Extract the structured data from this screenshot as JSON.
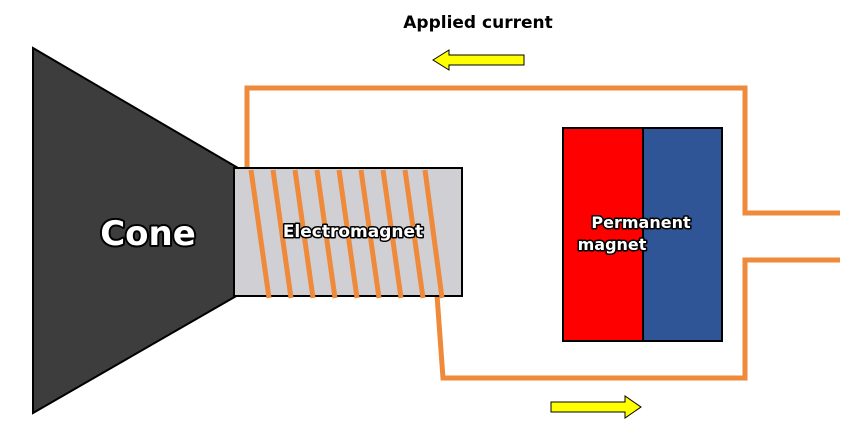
{
  "labels": {
    "applied_current": "Applied current",
    "cone": "Cone",
    "electromagnet": "Electromagnet",
    "permanent_magnet_line1": "Permanent",
    "permanent_magnet_line2": "magnet"
  },
  "colors": {
    "cone": "#3d3d3d",
    "electromagnet_body": "#d0cfd3",
    "wire": "#ee8a3a",
    "magnet_north": "#ff0000",
    "magnet_south": "#2f5597",
    "arrow": "#ffff00"
  },
  "icons": {
    "top_arrow": "arrow-left-icon",
    "bottom_arrow": "arrow-right-icon"
  }
}
